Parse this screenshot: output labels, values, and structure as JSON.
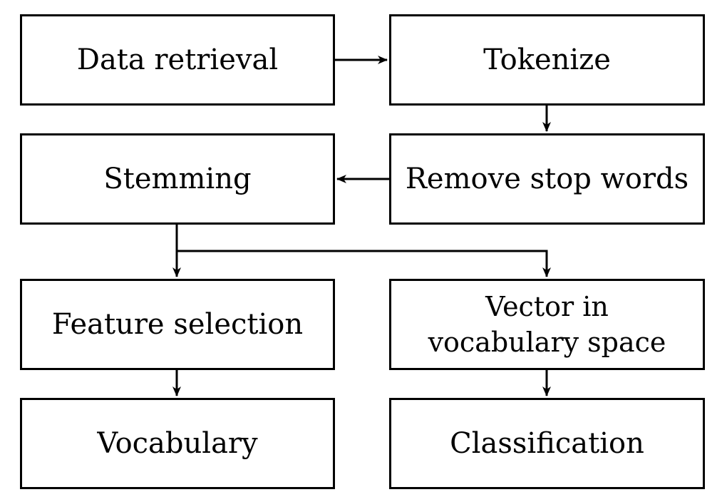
{
  "nodes": {
    "data_retrieval": "Data retrieval",
    "tokenize": "Tokenize",
    "stemming": "Stemming",
    "remove_stop_words": "Remove stop words",
    "feature_selection": "Feature selection",
    "vector_line1": "Vector in",
    "vector_line2": "vocabulary space",
    "vocabulary": "Vocabulary",
    "classification": "Classification"
  },
  "edges": [
    {
      "from": "Data retrieval",
      "to": "Tokenize"
    },
    {
      "from": "Tokenize",
      "to": "Remove stop words"
    },
    {
      "from": "Remove stop words",
      "to": "Stemming"
    },
    {
      "from": "Stemming",
      "to": "Feature selection"
    },
    {
      "from": "Stemming",
      "to": "Vector in vocabulary space"
    },
    {
      "from": "Feature selection",
      "to": "Vocabulary"
    },
    {
      "from": "Vector in vocabulary space",
      "to": "Classification"
    }
  ],
  "colors": {
    "stroke": "#000000",
    "background": "#ffffff"
  }
}
